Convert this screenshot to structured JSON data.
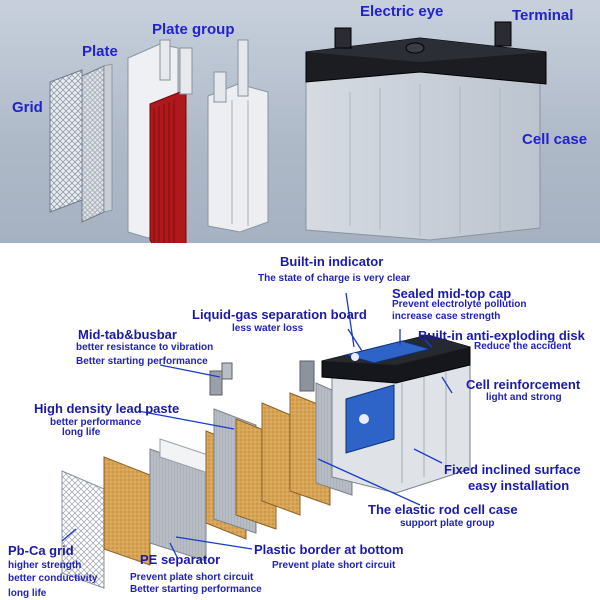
{
  "top_panel": {
    "labels": {
      "grid": "Grid",
      "plate": "Plate",
      "plate_group": "Plate group",
      "electric_eye": "Electric eye",
      "terminal": "Terminal",
      "cell_case": "Cell case"
    }
  },
  "bottom_panel": {
    "built_in_indicator": {
      "title": "Built-in indicator",
      "desc": "The state of charge is very clear"
    },
    "sealed_cap": {
      "title": "Sealed mid-top cap",
      "desc1": "Prevent electrolyte pollution",
      "desc2": "increase case strength"
    },
    "liquid_gas": {
      "title": "Liquid-gas separation board",
      "desc": "less water loss"
    },
    "anti_exploding": {
      "title": "Built-in anti-exploding disk",
      "desc": "Reduce the accident"
    },
    "mid_tab": {
      "title": "Mid-tab&busbar",
      "desc1": "better resistance to vibration",
      "desc2": "Better starting performance"
    },
    "cell_reinforcement": {
      "title": "Cell reinforcement",
      "desc": "light and strong"
    },
    "lead_paste": {
      "title": "High density lead paste",
      "desc1": "better performance",
      "desc2": "long life"
    },
    "inclined_surface": {
      "title": "Fixed inclined surface",
      "desc": "easy installation"
    },
    "elastic_rod": {
      "title": "The elastic rod cell case",
      "desc": "support plate group"
    },
    "plastic_border": {
      "title": "Plastic border at bottom",
      "desc": "Prevent plate short circuit"
    },
    "pb_ca_grid": {
      "title": "Pb-Ca grid",
      "desc1": "higher strength",
      "desc2": "better conductivity",
      "desc3": "long life"
    },
    "pe_separator": {
      "title": "PE separator",
      "desc1": "Prevent plate short circuit",
      "desc2": "Better starting performance"
    }
  },
  "colors": {
    "label_blue": "#2222cc",
    "pointer_blue": "#1a3cc8",
    "paste_orange": "#d8a456",
    "separator_gray": "#b8bcc4",
    "positive_red": "#b0181c"
  }
}
